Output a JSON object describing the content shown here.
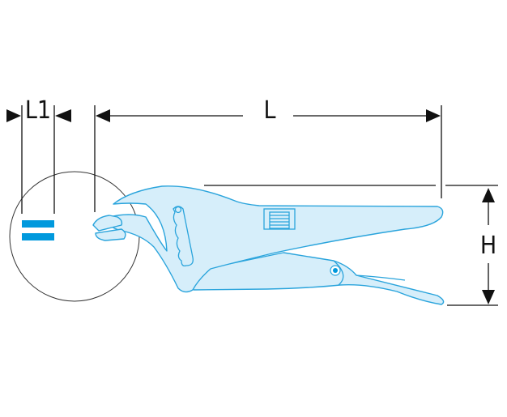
{
  "labels": {
    "l1": "L1",
    "l": "L",
    "h": "H"
  },
  "symbol": "equals",
  "colors": {
    "accent": "#0099dd",
    "fill": "#d6eefa",
    "outline": "#2aa4dc"
  }
}
